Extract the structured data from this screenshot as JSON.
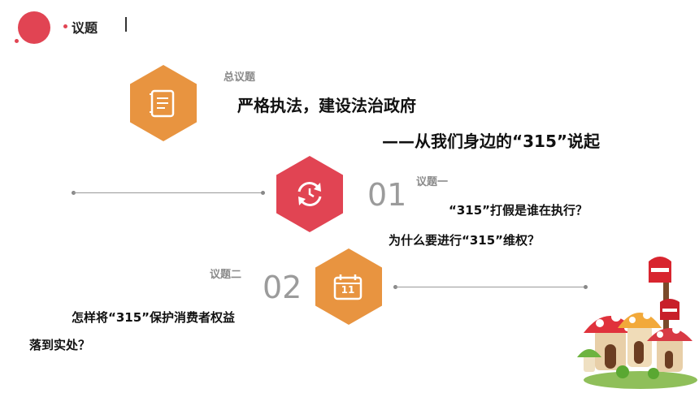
{
  "header": {
    "title": "议题"
  },
  "overall": {
    "label": "总议题",
    "title": "严格执法，建设法治政府",
    "subtitle": "——从我们身边的“315”说起"
  },
  "topic1": {
    "number": "01",
    "label": "议题一",
    "question_line1": "“315”打假是谁在执行？",
    "question_line2": "为什么要进行“315”维权？"
  },
  "topic2": {
    "number": "02",
    "label": "议题二",
    "question_line1": "怎样将“315”保护消费者权益",
    "question_line2": "落到实处？"
  },
  "calendar_icon_text": "11",
  "colors": {
    "orange": "#e89440",
    "red": "#e14453",
    "grey_text": "#8a8a8a"
  },
  "icons": [
    "notebook-icon",
    "refresh-cycle-icon",
    "calendar-icon",
    "mailbox-mushroom-house-illustration"
  ]
}
